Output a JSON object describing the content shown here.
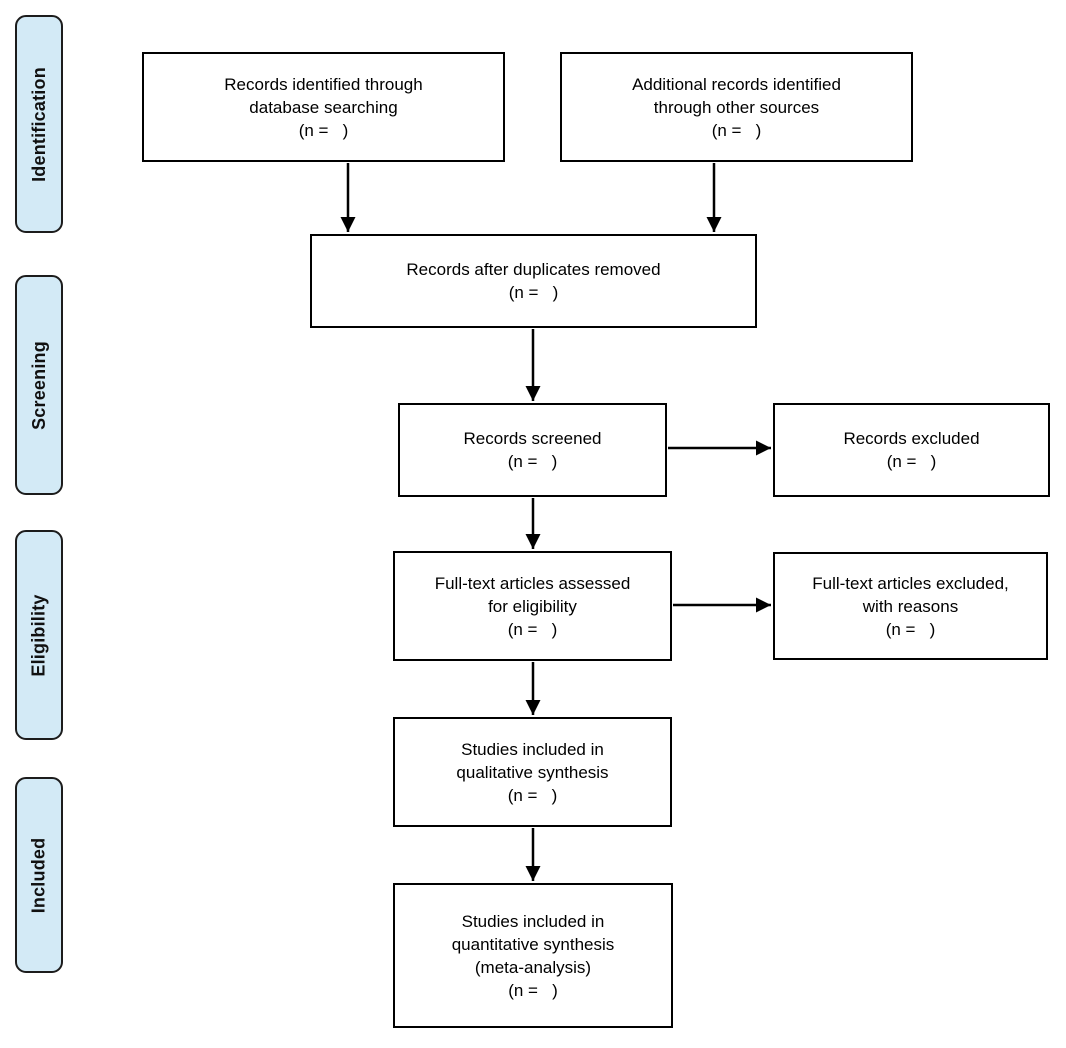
{
  "colors": {
    "phase_fill": "#d3eaf6",
    "box_fill": "#ffffff",
    "line": "#000000"
  },
  "phases": [
    {
      "label": "Identification"
    },
    {
      "label": "Screening"
    },
    {
      "label": "Eligibility"
    },
    {
      "label": "Included"
    }
  ],
  "boxes": {
    "records_identified": {
      "text": "Records identified through\ndatabase searching\n(n =   )"
    },
    "additional_records": {
      "text": "Additional records identified\nthrough other sources\n(n =   )"
    },
    "after_duplicates": {
      "text": "Records after duplicates removed\n(n =   )"
    },
    "records_screened": {
      "text": "Records screened\n(n =   )"
    },
    "records_excluded": {
      "text": "Records excluded\n(n =   )"
    },
    "fulltext_assessed": {
      "text": "Full-text articles assessed\nfor eligibility\n(n =   )"
    },
    "fulltext_excluded": {
      "text": "Full-text articles excluded,\nwith reasons\n(n =   )"
    },
    "qualitative_synthesis": {
      "text": "Studies included in\nqualitative synthesis\n(n =   )"
    },
    "quantitative_synthesis": {
      "text": "Studies included in\nquantitative synthesis\n(meta-analysis)\n(n =   )"
    }
  }
}
